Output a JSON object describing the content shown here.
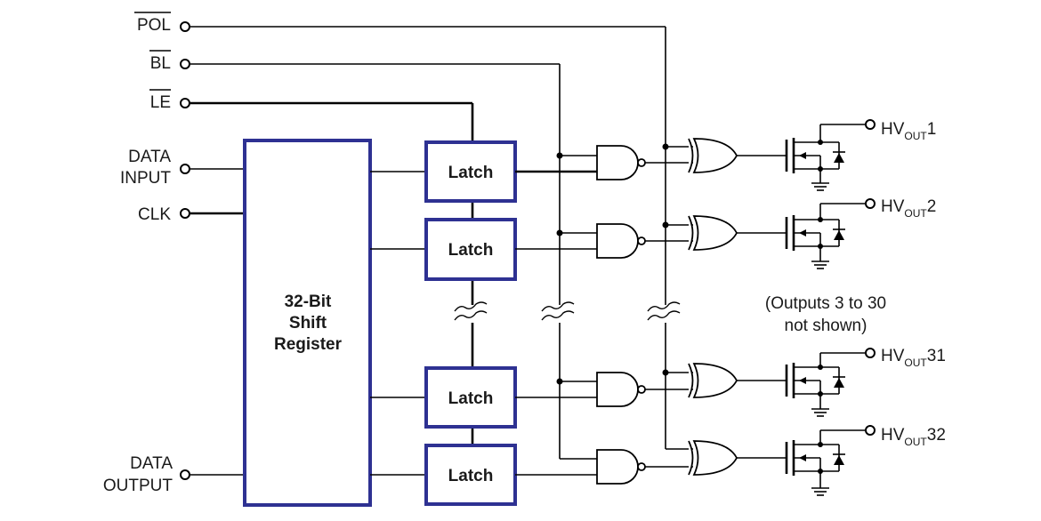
{
  "inputs": {
    "pol": "POL",
    "bl": "BL",
    "le": "LE",
    "data_input_line1": "DATA",
    "data_input_line2": "INPUT",
    "clk": "CLK",
    "data_output_line1": "DATA",
    "data_output_line2": "OUTPUT"
  },
  "shift_register": {
    "line1": "32-Bit",
    "line2": "Shift",
    "line3": "Register"
  },
  "latches": [
    "Latch",
    "Latch",
    "Latch",
    "Latch"
  ],
  "outputs": [
    {
      "prefix": "HV",
      "subscript": "OUT",
      "number": "1"
    },
    {
      "prefix": "HV",
      "subscript": "OUT",
      "number": "2"
    },
    {
      "prefix": "HV",
      "subscript": "OUT",
      "number": "31"
    },
    {
      "prefix": "HV",
      "subscript": "OUT",
      "number": "32"
    }
  ],
  "note": {
    "line1": "(Outputs 3 to 30",
    "line2": "not shown)"
  }
}
